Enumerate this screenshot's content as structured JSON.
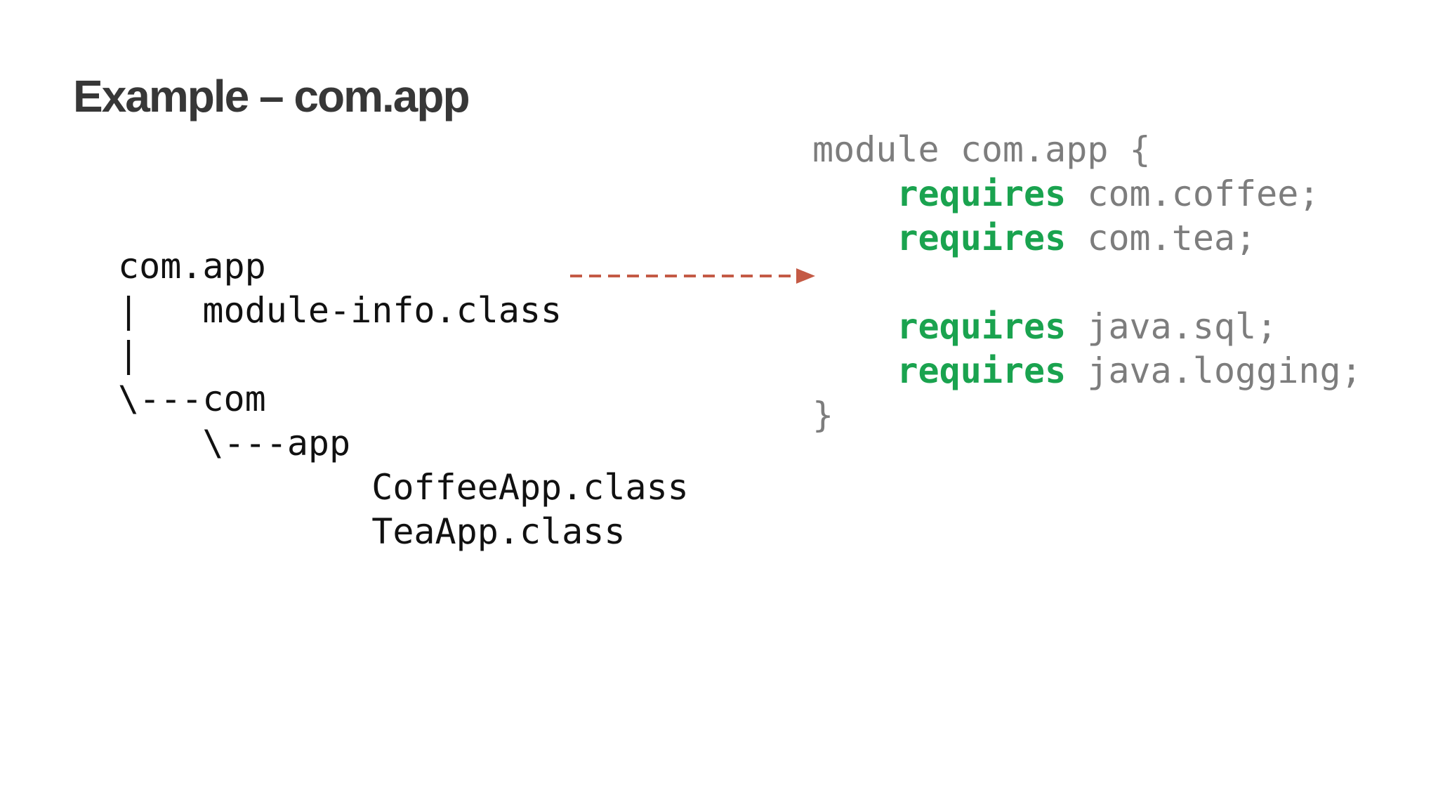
{
  "slide": {
    "title": "Example – com.app"
  },
  "colors": {
    "background": "#ffffff",
    "title_text": "#373737",
    "tree_text": "#111111",
    "code_plain": "#7d7d7d",
    "code_keyword": "#1aa34f",
    "arrow": "#c45a45"
  },
  "tree": {
    "lines": [
      "com.app",
      "|   module-info.class",
      "|",
      "\\---com",
      "    \\---app",
      "            CoffeeApp.class",
      "            TeaApp.class"
    ]
  },
  "arrow": {
    "style": "dashed",
    "direction": "right"
  },
  "code": {
    "lines": [
      {
        "segments": [
          {
            "text": "module com.app {",
            "type": "plain"
          }
        ]
      },
      {
        "segments": [
          {
            "text": "    ",
            "type": "plain"
          },
          {
            "text": "requires",
            "type": "keyword"
          },
          {
            "text": " com.coffee;",
            "type": "plain"
          }
        ]
      },
      {
        "segments": [
          {
            "text": "    ",
            "type": "plain"
          },
          {
            "text": "requires",
            "type": "keyword"
          },
          {
            "text": " com.tea;",
            "type": "plain"
          }
        ]
      },
      {
        "segments": [
          {
            "text": "",
            "type": "plain"
          }
        ]
      },
      {
        "segments": [
          {
            "text": "    ",
            "type": "plain"
          },
          {
            "text": "requires",
            "type": "keyword"
          },
          {
            "text": " java.sql;",
            "type": "plain"
          }
        ]
      },
      {
        "segments": [
          {
            "text": "    ",
            "type": "plain"
          },
          {
            "text": "requires",
            "type": "keyword"
          },
          {
            "text": " java.logging;",
            "type": "plain"
          }
        ]
      },
      {
        "segments": [
          {
            "text": "}",
            "type": "plain"
          }
        ]
      }
    ]
  }
}
